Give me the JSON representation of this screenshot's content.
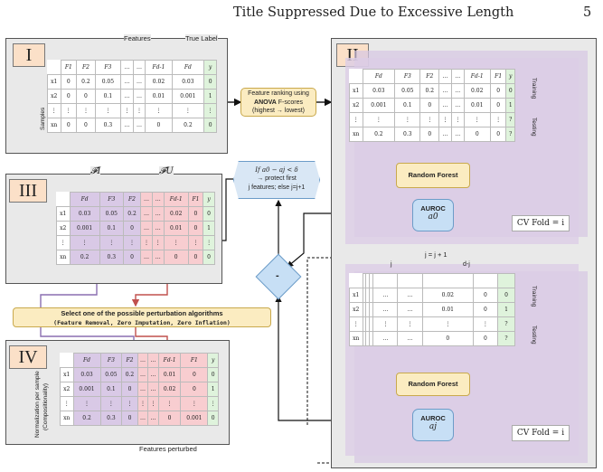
{
  "header": {
    "title": "Title Suppressed Due to Excessive Length",
    "page_number": "5"
  },
  "panel_I": {
    "roman": "I",
    "features_label": "Features",
    "true_label": "True Label",
    "samples_label": "Samples",
    "headers": [
      "F1",
      "F2",
      "F3",
      "…",
      "…",
      "Fd-1",
      "Fd",
      "y"
    ],
    "rows": [
      [
        "x1",
        "0",
        "0.2",
        "0.05",
        "…",
        "…",
        "0.02",
        "0.03",
        "0"
      ],
      [
        "x2",
        "0",
        "0",
        "0.1",
        "…",
        "…",
        "0.01",
        "0.001",
        "1"
      ],
      [
        "⋮",
        "⋮",
        "⋮",
        "⋮",
        "⋮",
        "⋮",
        "⋮",
        "⋮",
        "⋮"
      ],
      [
        "xn",
        "0",
        "0",
        "0.3",
        "…",
        "…",
        "0",
        "0.2",
        "0"
      ]
    ]
  },
  "ranking_box": {
    "line1": "Feature ranking using",
    "line2_bold": "ANOVA",
    "line2_rest": "F-scores",
    "line3": "(highest → lowest)"
  },
  "panel_II": {
    "roman": "II",
    "top_headers": [
      "Fd",
      "F3",
      "F2",
      "…",
      "…",
      "Fd-1",
      "F1",
      "y"
    ],
    "top_rows": [
      [
        "x1",
        "0.03",
        "0.05",
        "0.2",
        "…",
        "…",
        "0.02",
        "0",
        "0"
      ],
      [
        "x2",
        "0.001",
        "0.1",
        "0",
        "…",
        "…",
        "0.01",
        "0",
        "1"
      ],
      [
        "⋮",
        "⋮",
        "⋮",
        "⋮",
        "⋮",
        "⋮",
        "⋮",
        "⋮",
        "?"
      ],
      [
        "xn",
        "0.2",
        "0.3",
        "0",
        "…",
        "…",
        "0",
        "0",
        "?"
      ]
    ],
    "training": "Training",
    "testing": "Testing",
    "rf": "Random Forest",
    "auroc": "AUROC",
    "a0": "a0",
    "cv_fold": "CV Fold = i",
    "j_plus": "j = j + 1",
    "j_label": "j",
    "dj_label": "d-j",
    "bottom_rows": [
      [
        "x1",
        "",
        "",
        "",
        "…",
        "…",
        "0.02",
        "0",
        "0"
      ],
      [
        "x2",
        "",
        "",
        "",
        "…",
        "…",
        "0.01",
        "0",
        "1"
      ],
      [
        "⋮",
        "",
        "",
        "",
        "⋮",
        "⋮",
        "⋮",
        "⋮",
        "?"
      ],
      [
        "xn",
        "",
        "",
        "",
        "…",
        "…",
        "0",
        "0",
        "?"
      ]
    ],
    "aj": "aj"
  },
  "condition_box": {
    "line1": "If   a0 − aj < δ",
    "line2": "→ protect first",
    "line3": "j features; else j=j+1"
  },
  "diamond_label": "-",
  "panel_III": {
    "roman": "III",
    "fi_label": "𝓕I",
    "fu_label": "𝓕U",
    "headers": [
      "Fd",
      "F3",
      "F2",
      "…",
      "…",
      "Fd-1",
      "F1",
      "y"
    ],
    "rows": [
      [
        "x1",
        "0.03",
        "0.05",
        "0.2",
        "…",
        "…",
        "0.02",
        "0",
        "0"
      ],
      [
        "x2",
        "0.001",
        "0.1",
        "0",
        "…",
        "…",
        "0.01",
        "0",
        "1"
      ],
      [
        "⋮",
        "⋮",
        "⋮",
        "⋮",
        "⋮",
        "⋮",
        "⋮",
        "⋮",
        "⋮"
      ],
      [
        "xn",
        "0.2",
        "0.3",
        "0",
        "…",
        "…",
        "0",
        "0",
        "0"
      ]
    ]
  },
  "perturb_box": {
    "line1": "Select one of the possible perturbation algorithms",
    "line2": "(Feature Removal, Zero Imputation, Zero Inflation)"
  },
  "panel_IV": {
    "roman": "IV",
    "norm_label": "Normalization per sample",
    "comp_label": "(Compositionality)",
    "headers": [
      "Fd",
      "F3",
      "F2",
      "…",
      "…",
      "Fd-1",
      "F1",
      "y"
    ],
    "rows": [
      [
        "x1",
        "0.03",
        "0.05",
        "0.2",
        "…",
        "…",
        "0.01",
        "0",
        "0"
      ],
      [
        "x2",
        "0.001",
        "0.1",
        "0",
        "…",
        "…",
        "0.02",
        "0",
        "1"
      ],
      [
        "⋮",
        "⋮",
        "⋮",
        "⋮",
        "⋮",
        "⋮",
        "⋮",
        "⋮",
        "⋮"
      ],
      [
        "xn",
        "0.2",
        "0.3",
        "0",
        "…",
        "…",
        "0",
        "0.001",
        "0"
      ]
    ],
    "perturbed_label": "Features perturbed"
  }
}
